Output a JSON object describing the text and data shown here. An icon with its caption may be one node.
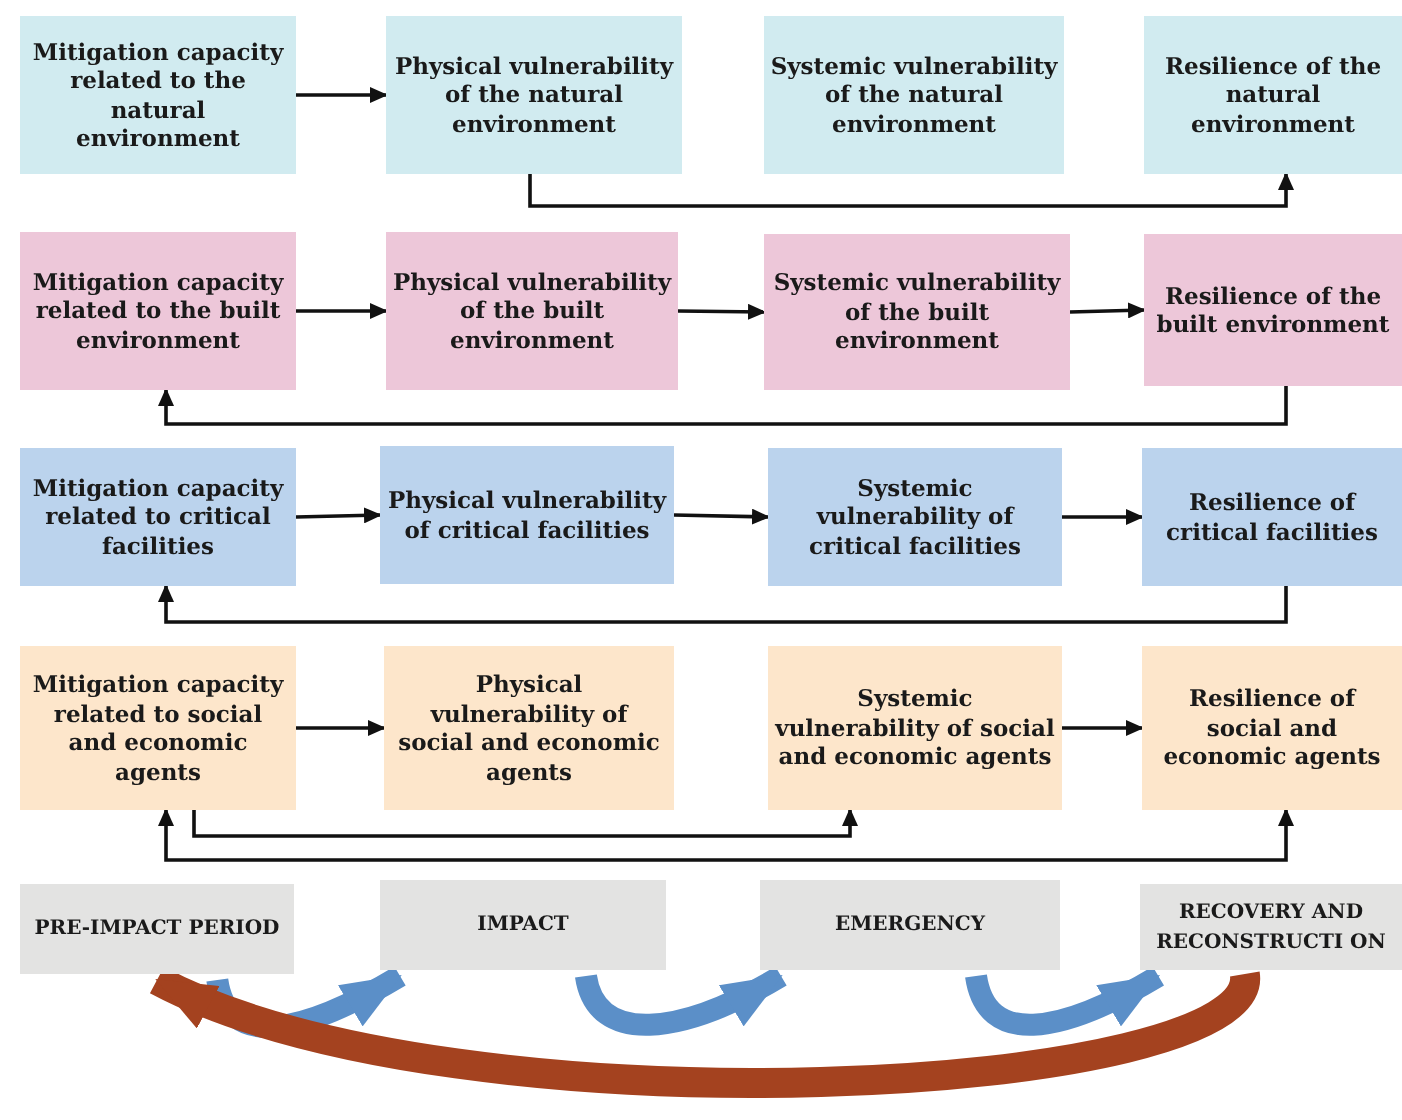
{
  "diagram": {
    "nodes": [
      {
        "text": [
          "Mitigation capacity related to the natural environment"
        ]
      },
      {
        "text": [
          "Physical vulnerability of the natural environment"
        ]
      },
      {
        "text": [
          "Systemic vulnerability of the natural environment"
        ]
      },
      {
        "text": [
          "Resilience of the natural environment"
        ]
      },
      {
        "text": [
          "Mitigation capacity related to the built environment"
        ]
      },
      {
        "text": [
          "Physical vulnerability of the built environment"
        ]
      },
      {
        "text": [
          "Systemic vulnerability of the built environment"
        ]
      },
      {
        "text": [
          "Resilience of the built environment"
        ]
      },
      {
        "text": [
          "Mitigation capacity related to critical facilities"
        ]
      },
      {
        "text": [
          "Physical vulnerability of critical facilities"
        ]
      },
      {
        "text": [
          "Systemic vulnerability of critical facilities"
        ]
      },
      {
        "text": [
          "Resilience of critical facilities"
        ]
      },
      {
        "text": [
          "Mitigation capacity related to social and economic agents"
        ]
      },
      {
        "text": [
          "Physical vulnerability of social and economic agents"
        ]
      },
      {
        "text": [
          "Systemic vulnerability of social and economic agents"
        ]
      },
      {
        "text": [
          "Resilience of social and economic agents"
        ]
      },
      {
        "text": [
          "PRE-IMPACT PERIOD"
        ]
      },
      {
        "text": [
          "IMPACT"
        ]
      },
      {
        "text": [
          "EMERGENCY"
        ]
      },
      {
        "text": [
          "RECOVERY AND RECONSTRUCTI ON"
        ]
      }
    ],
    "edges": [
      {
        "from": 0,
        "to": 1,
        "arrow": "to"
      },
      {
        "from": 1,
        "to": 3,
        "arrow": "to"
      },
      {
        "from": 4,
        "to": 5,
        "arrow": "to"
      },
      {
        "from": 5,
        "to": 6,
        "arrow": "to"
      },
      {
        "from": 6,
        "to": 7,
        "arrow": "to"
      },
      {
        "from": 7,
        "to": 4,
        "arrow": "to"
      },
      {
        "from": 8,
        "to": 9,
        "arrow": "to"
      },
      {
        "from": 9,
        "to": 10,
        "arrow": "to"
      },
      {
        "from": 10,
        "to": 11,
        "arrow": "to"
      },
      {
        "from": 11,
        "to": 8,
        "arrow": "to"
      },
      {
        "from": 12,
        "to": 13,
        "arrow": "to"
      },
      {
        "from": 14,
        "to": 15,
        "arrow": "to"
      },
      {
        "from": 12,
        "to": 14,
        "arrow": "to"
      },
      {
        "from": 12,
        "to": 15,
        "arrow": "both"
      },
      {
        "from": 16,
        "to": 17,
        "arrow": "to",
        "style": "thick",
        "color": "#5b8fc8"
      },
      {
        "from": 17,
        "to": 18,
        "arrow": "to",
        "style": "thick",
        "color": "#5b8fc8"
      },
      {
        "from": 18,
        "to": 19,
        "arrow": "to",
        "style": "thick",
        "color": "#5b8fc8"
      },
      {
        "from": 19,
        "to": 16,
        "arrow": "to",
        "style": "thick",
        "color": "#a4421f"
      }
    ]
  }
}
